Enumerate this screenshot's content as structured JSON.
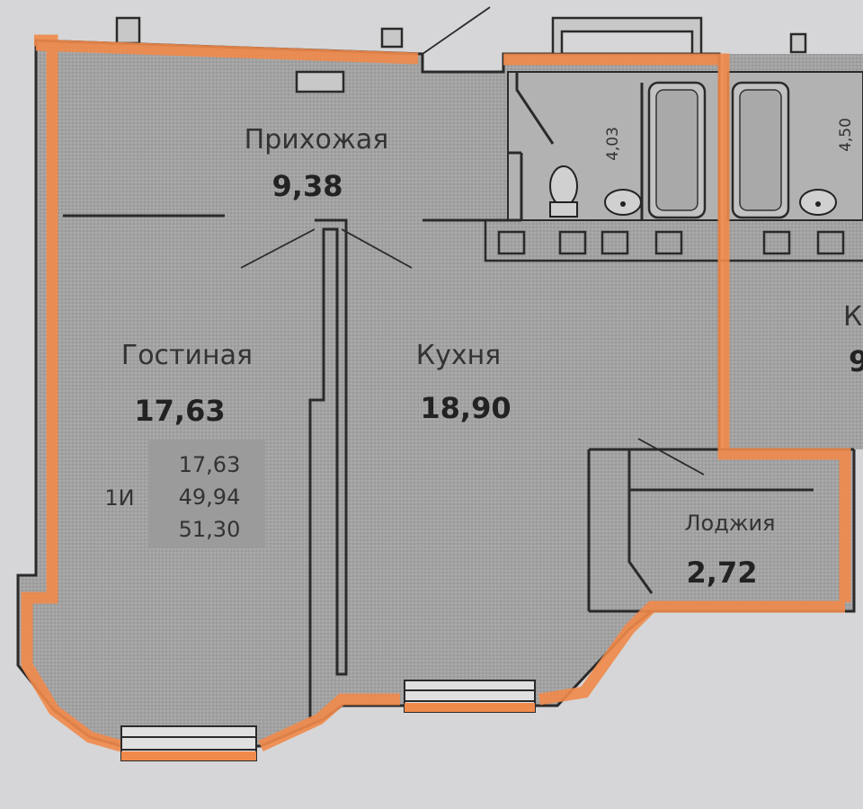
{
  "rooms": {
    "hallway": {
      "name": "Прихожая",
      "area": "9,38"
    },
    "living": {
      "name": "Гостиная",
      "area": "17,63"
    },
    "kitchen": {
      "name": "Кухня",
      "area": "18,90"
    },
    "loggia": {
      "name": "Лоджия",
      "area": "2,72"
    },
    "bath1": {
      "area": "4,03"
    },
    "bath2": {
      "area": "4,50"
    },
    "neighbor": {
      "name_fragment": "К",
      "area_fragment": "9"
    }
  },
  "summary": {
    "type": "1И",
    "living_area": "17,63",
    "total_area": "49,94",
    "total_with_loggia": "51,30"
  },
  "colors": {
    "floor": "#9c9c9c",
    "wall_outline": "#2a2a2a",
    "accent_wall": "#f08a4b",
    "background": "#d6d6d8"
  }
}
